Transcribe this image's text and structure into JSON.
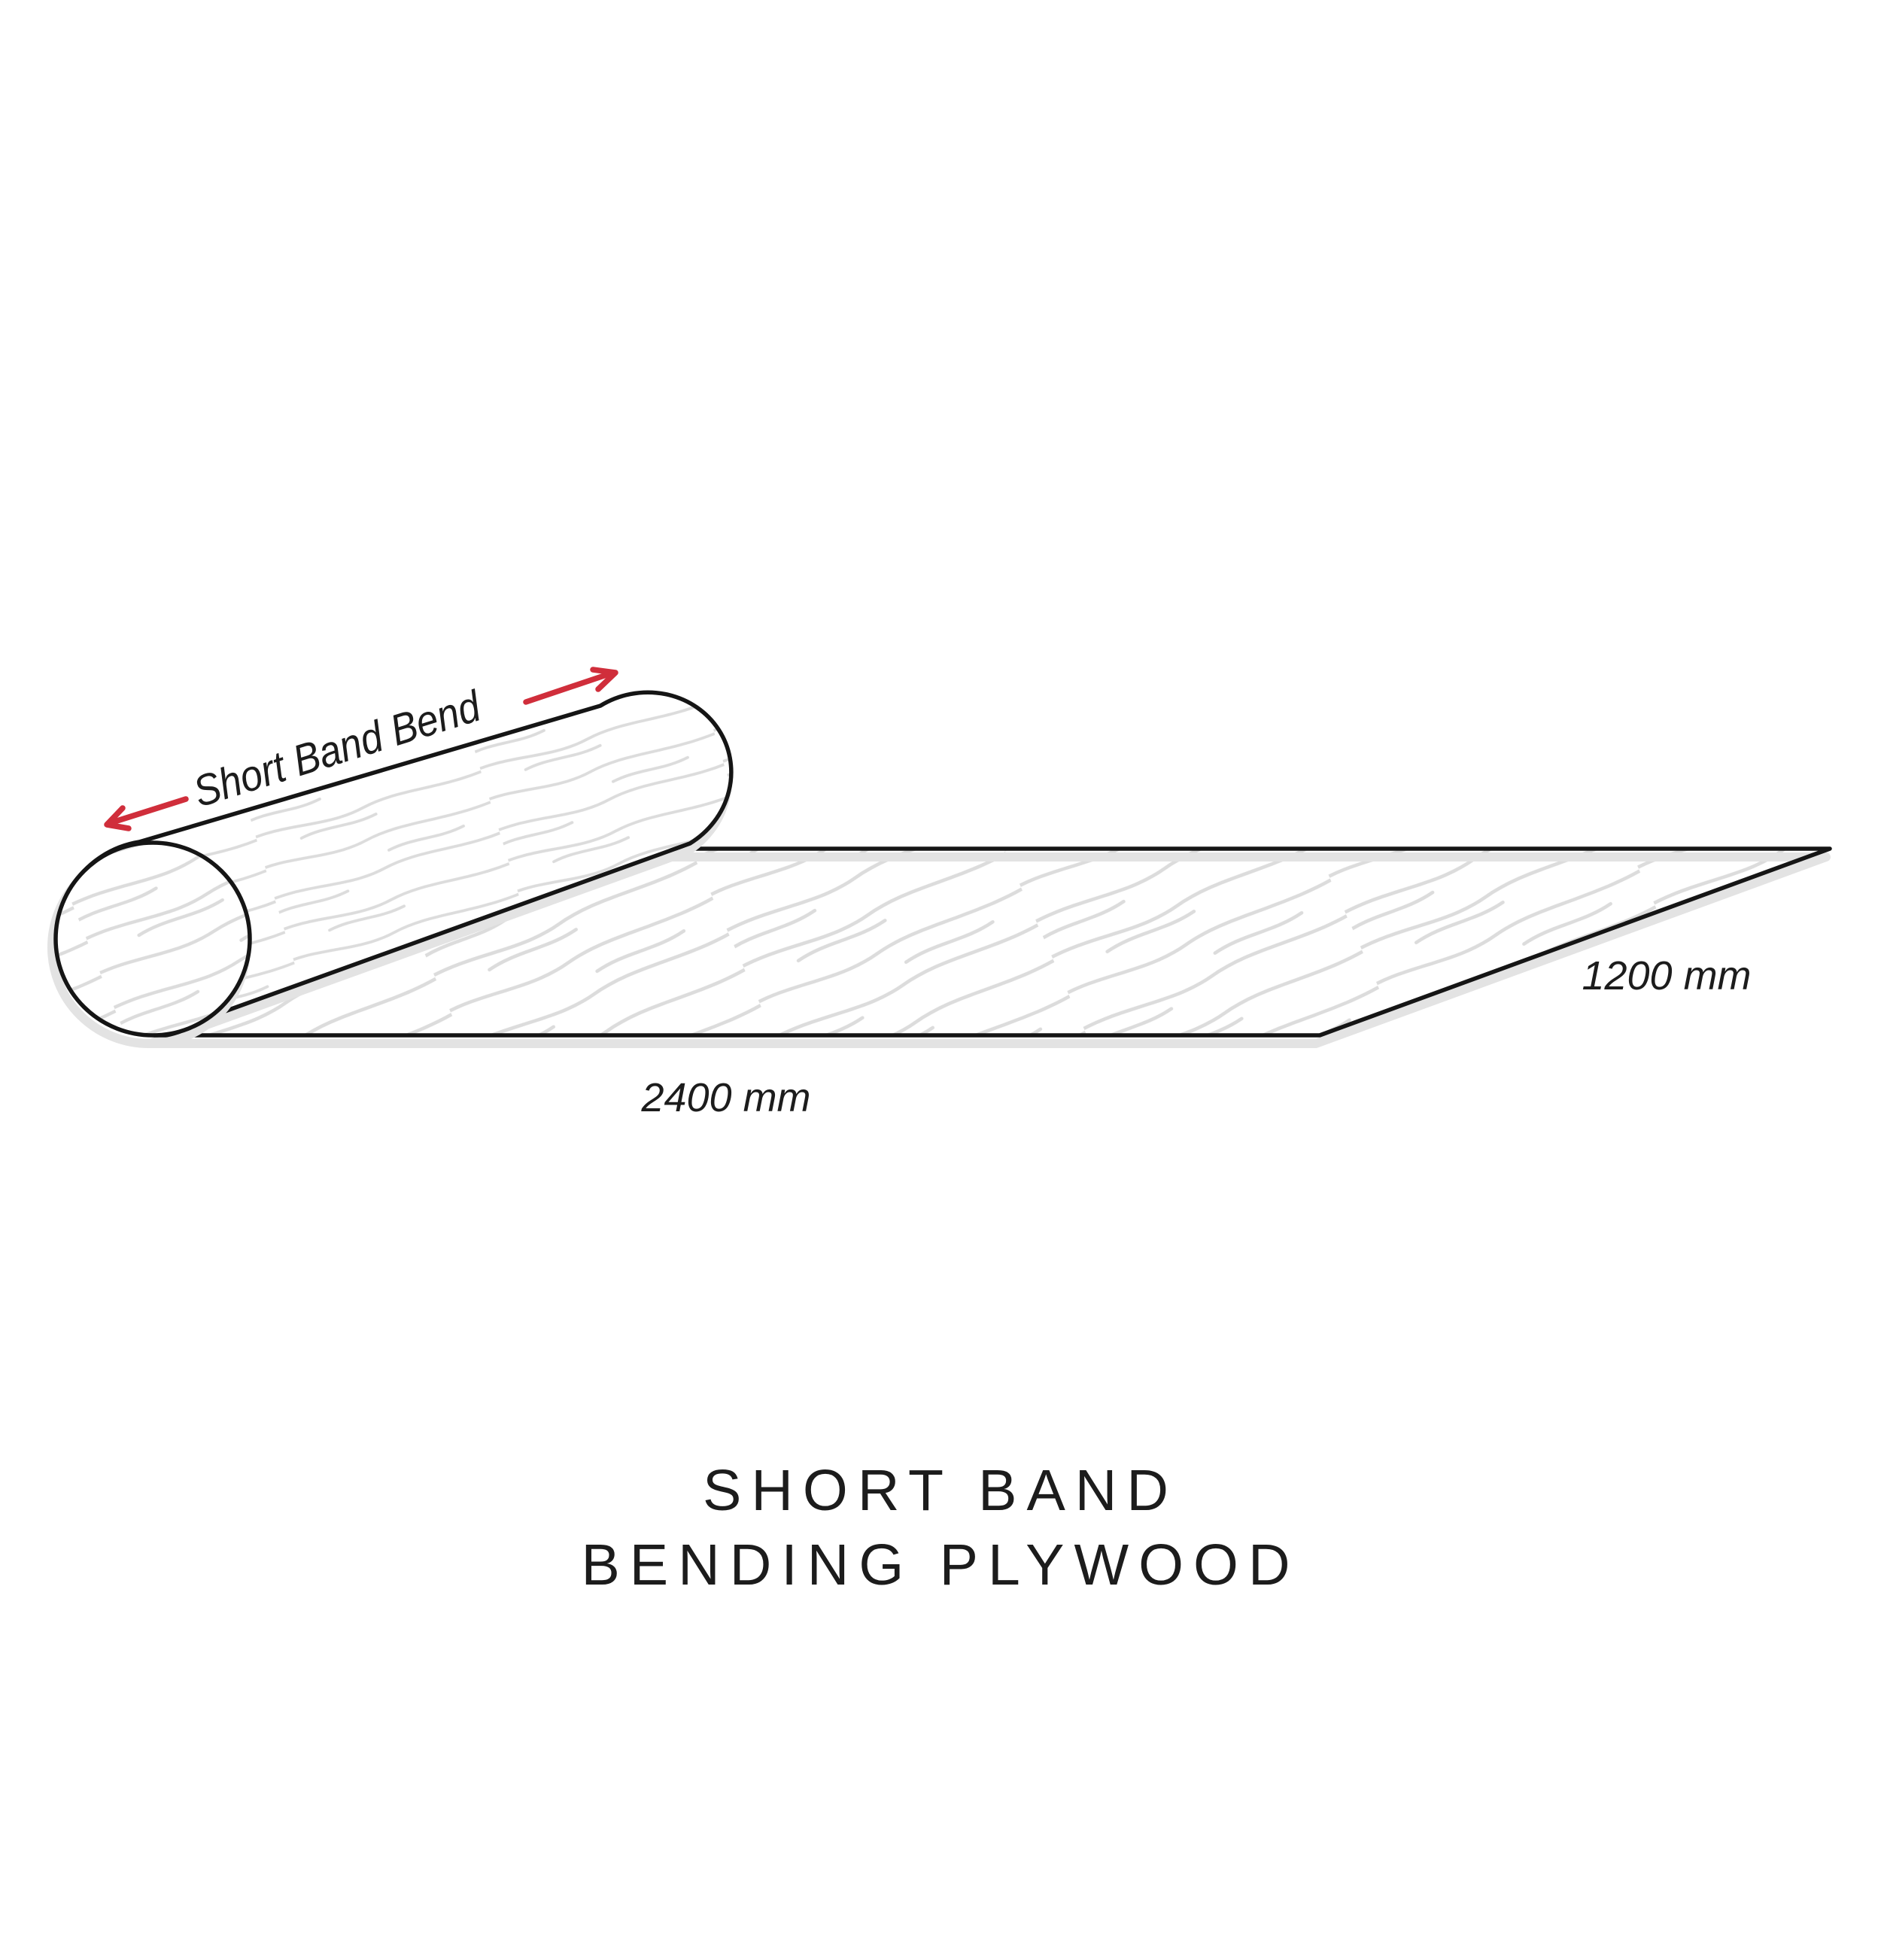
{
  "diagram": {
    "bend_label": "Short Band Bend",
    "length_label": "2400 mm",
    "width_label": "1200 mm",
    "arrows": {
      "upper": "arrow-up-right",
      "lower": "arrow-down-left"
    }
  },
  "title": {
    "line1": "SHORT BAND",
    "line2": "BENDING PLYWOOD"
  },
  "colors": {
    "outline": "#151515",
    "grain": "#dcdcdc",
    "shadow": "#e3e3e3",
    "arrow": "#d02e3b",
    "text": "#1c1c1c",
    "bg": "#ffffff"
  }
}
